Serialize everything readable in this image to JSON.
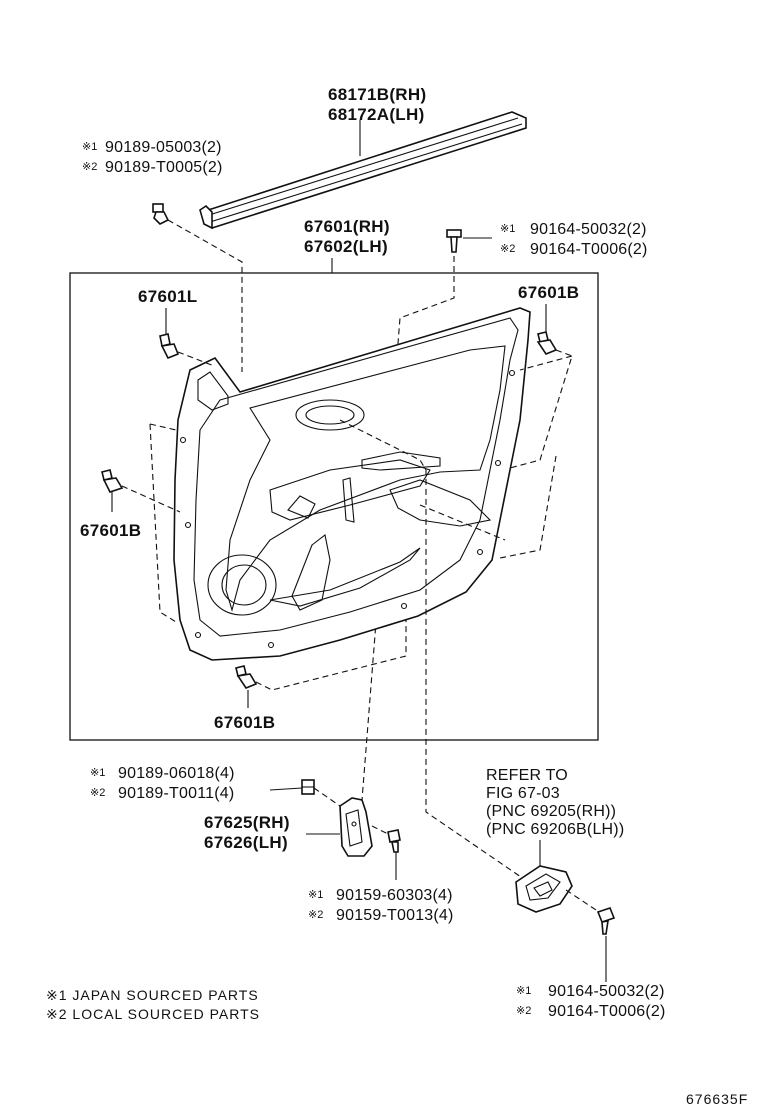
{
  "weatherstrip": {
    "pn_rh": "68171B(RH)",
    "pn_lh": "68172A(LH)"
  },
  "clip_top_left": {
    "pn1": "90189-05003(2)",
    "pn2": "90189-T0005(2)"
  },
  "panel": {
    "pn_rh": "67601(RH)",
    "pn_lh": "67602(LH)"
  },
  "screw_top": {
    "pn1": "90164-50032(2)",
    "pn2": "90164-T0006(2)"
  },
  "clip_labels": {
    "upper_left": "67601L",
    "upper_right": "67601B",
    "middle_left": "67601B",
    "bottom": "67601B"
  },
  "nut_clip": {
    "pn1": "90189-06018(4)",
    "pn2": "90189-T0011(4)"
  },
  "bracket": {
    "pn_rh": "67625(RH)",
    "pn_lh": "67626(LH)"
  },
  "bracket_screw": {
    "pn1": "90159-60303(4)",
    "pn2": "90159-T0013(4)"
  },
  "handle_ref": {
    "line1": "REFER TO",
    "line2": "FIG 67-03",
    "line3": "(PNC 69205(RH))",
    "line4": "(PNC 69206B(LH))"
  },
  "screw_bottom": {
    "pn1": "90164-50032(2)",
    "pn2": "90164-T0006(2)"
  },
  "marks": {
    "m1": "※1",
    "m2": "※2"
  },
  "legend": {
    "note1": "※1 JAPAN SOURCED PARTS",
    "note2": "※2 LOCAL SOURCED PARTS"
  },
  "figure_id": "676635F"
}
